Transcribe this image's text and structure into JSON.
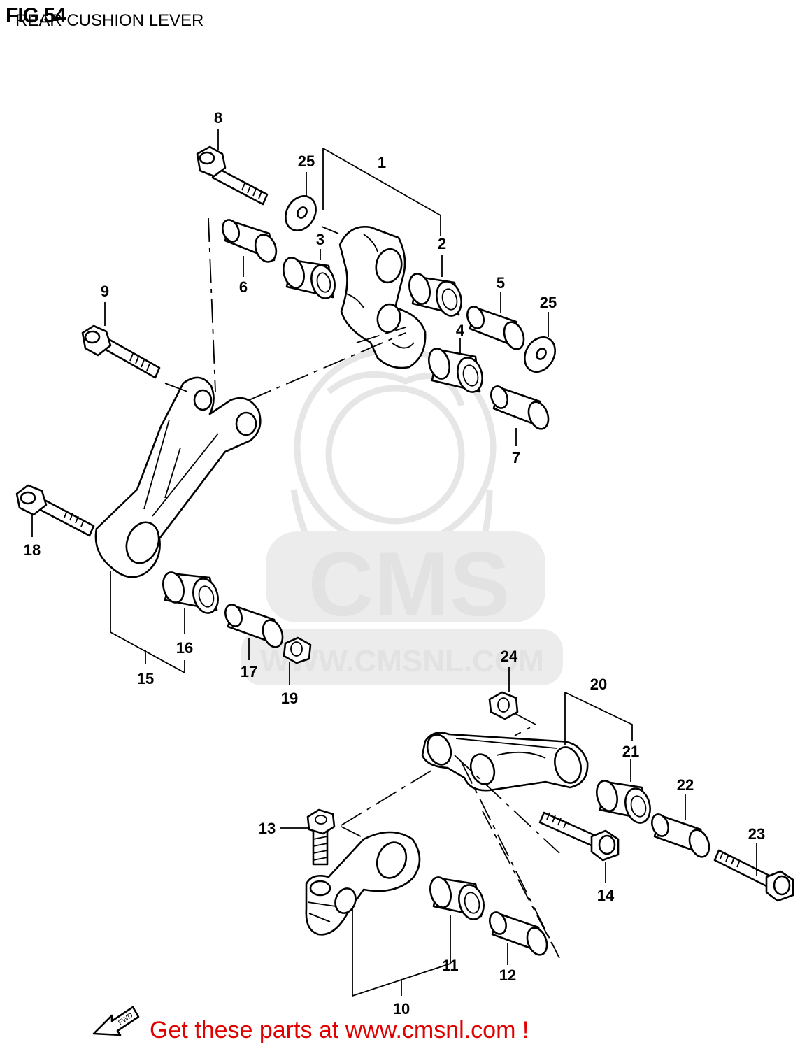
{
  "header": {
    "figure": "FIG.54",
    "subtitle": "REAR CUSHION LEVER"
  },
  "watermark": {
    "logo": "CMS",
    "url": "WWW.CMSNL.COM"
  },
  "fwd_arrow": "FWD",
  "footer": {
    "text": "Get these parts at www.cmsnl.com !"
  },
  "callouts": [
    "1",
    "2",
    "3",
    "4",
    "5",
    "6",
    "7",
    "8",
    "9",
    "10",
    "11",
    "12",
    "13",
    "14",
    "15",
    "16",
    "17",
    "18",
    "19",
    "20",
    "21",
    "22",
    "23",
    "24",
    "25",
    "25"
  ],
  "colors": {
    "footer": "#e00000",
    "line": "#000000",
    "watermark": "#e6e6e6"
  }
}
